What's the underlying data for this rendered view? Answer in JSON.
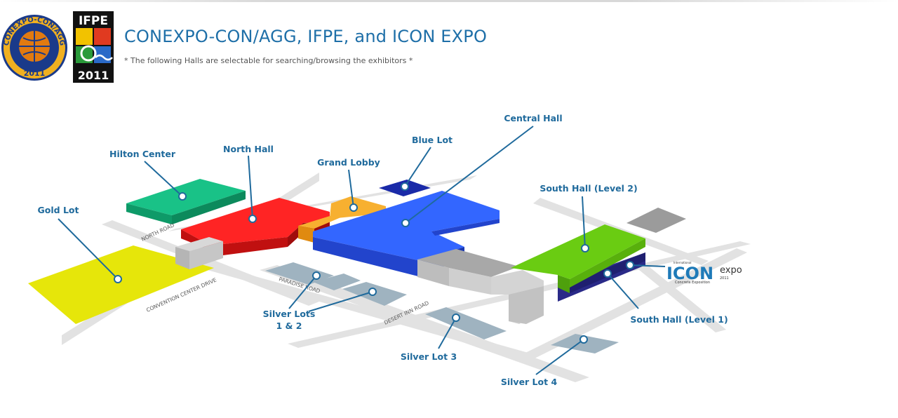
{
  "header": {
    "title": "CONEXPO-CON/AGG, IFPE, and ICON EXPO",
    "subtitle": "* The following Halls are selectable for searching/browsing the exhibitors *"
  },
  "logos": {
    "conexpo": {
      "ring_text": "CONEXPO-CON/AGG",
      "year": "2011"
    },
    "ifpe": {
      "name": "IFPE",
      "year": "2011"
    },
    "icon": {
      "small": "International",
      "main": "ICON",
      "suffix": "expo",
      "tagline": "Concrete Exposition",
      "year": "2011"
    }
  },
  "map": {
    "halls": {
      "central_hall": "Central Hall",
      "blue_lot": "Blue Lot",
      "grand_lobby": "Grand Lobby",
      "north_hall": "North Hall",
      "hilton_center": "Hilton Center",
      "gold_lot": "Gold Lot",
      "south_hall_l2": "South Hall (Level 2)",
      "south_hall_l1": "South Hall (Level 1)",
      "silver_lots_12_line1": "Silver Lots",
      "silver_lots_12_line2": "1 & 2",
      "silver_lot_3": "Silver Lot 3",
      "silver_lot_4": "Silver Lot 4"
    },
    "roads": {
      "north_road": "NORTH ROAD",
      "convention_center_drive": "CONVENTION CENTER DRIVE",
      "paradise_road": "PARADISE ROAD",
      "desert_inn_road": "DESERT INN ROAD"
    },
    "colors": {
      "central_hall": "#3366ff",
      "north_hall": "#ee1c1c",
      "grand_lobby": "#f5a21e",
      "hilton_center": "#13b27a",
      "gold_lot": "#e6e60a",
      "south_hall_l2": "#66cc11",
      "south_hall_l1": "#2a2a88",
      "blue_lot": "#1a2aa8",
      "silver_lots": "#9fb3c0",
      "roads": "#e2e2e2",
      "label": "#1f6a9c"
    }
  }
}
